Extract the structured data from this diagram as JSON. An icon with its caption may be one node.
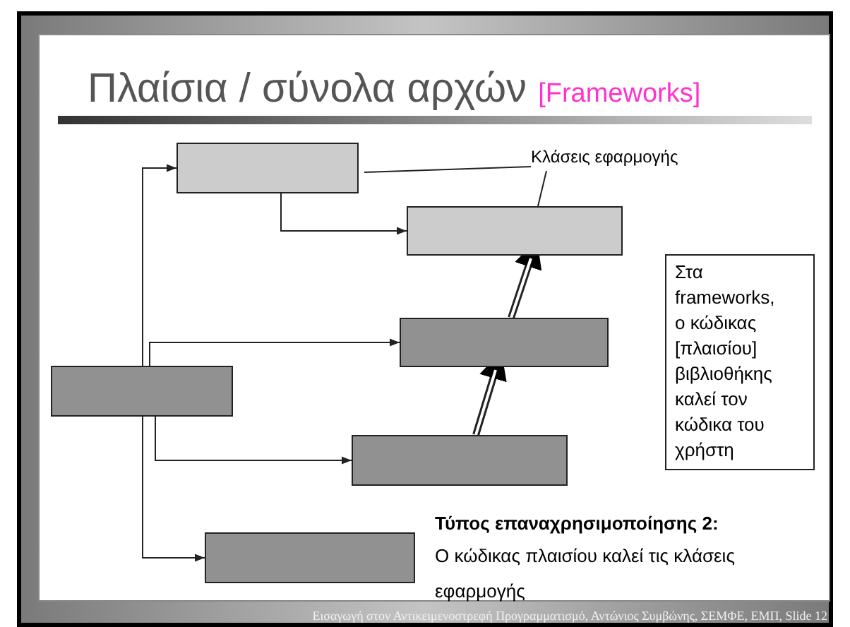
{
  "diagram": {
    "title": "Πλαίσια / σύνολα αρχών",
    "nodes": [
      {
        "text": [],
        "shape": "box"
      },
      {
        "text": [],
        "shape": "box"
      },
      {
        "text": [],
        "shape": "box"
      },
      {
        "text": [],
        "shape": "box"
      },
      {
        "text": [],
        "shape": "box"
      },
      {
        "text": [],
        "shape": "box"
      },
      {
        "text": [
          "Στα frameworks, ο κώδικας [πλαισίου] βιβλιοθήκης καλεί τον κώδικα του χρήστη"
        ]
      },
      {
        "text": [
          "Κλάσεις εφαρμογής"
        ]
      }
    ],
    "edges": [
      {
        "from": 3,
        "to": 0,
        "arrow": "to"
      },
      {
        "from": 3,
        "to": 2,
        "arrow": "to"
      },
      {
        "from": 3,
        "to": 4,
        "arrow": "to"
      },
      {
        "from": 3,
        "to": 5,
        "arrow": "to"
      },
      {
        "from": 0,
        "to": 1,
        "arrow": "to"
      },
      {
        "from": 4,
        "to": 2,
        "arrow": "to",
        "style": "thick"
      },
      {
        "from": 2,
        "to": 1,
        "arrow": "to",
        "style": "thick"
      },
      {
        "from": 7,
        "to": 0,
        "arrow": "none"
      },
      {
        "from": 7,
        "to": 1,
        "arrow": "none"
      }
    ],
    "labels": [
      "[Frameworks]",
      "Τύπος επαναχρησιμοποίησης 2:",
      "Ο κώδικας πλαισίου καλεί τις κλάσεις εφαρμογής",
      "Εισαγωγή στον Αντικειμενοστρεφή Προγραμματισμό, Αντώνιος Συμβώνης, ΣΕΜΦΕ, ΕΜΠ, Slide 12"
    ]
  }
}
